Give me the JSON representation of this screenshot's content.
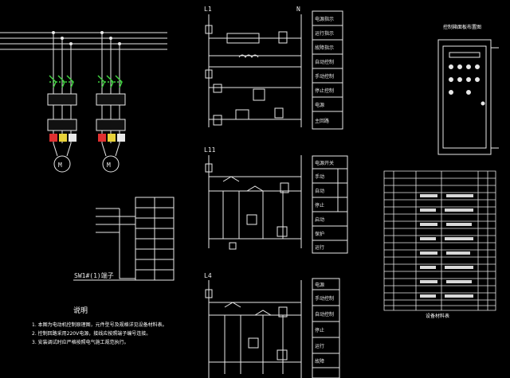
{
  "colors": {
    "background": "#000000",
    "line": "#e8e8e8",
    "accent_green": "#3fd13f",
    "accent_red": "#e03030",
    "accent_yellow": "#e8d23a"
  },
  "labels": {
    "circuit1_l1": "L1",
    "circuit1_n": "N",
    "circuit2_l11": "L11",
    "circuit3_l4": "L4",
    "terminal_label": "SW1#(1)端子",
    "notes_title": "说明",
    "notes": [
      "1. 本图为电动机控制原理图，元件型号及规格详见设备材料表。",
      "2. 控制回路采用220V电源，接线应按照端子编号连接。",
      "3. 安装调试时应严格按照电气施工规范执行。"
    ],
    "panel_title": "控制箱面板布置图",
    "table_caption": "设备材料表",
    "fn_top": [
      "电源指示",
      "运行指示",
      "故障指示",
      "自动控制",
      "手动控制",
      "停止控制",
      "电源",
      "主回路"
    ],
    "fn_mid": [
      "电源开关",
      "手动",
      "自动",
      "停止",
      "启动",
      "保护",
      "运行"
    ],
    "fn_bot": [
      "电源",
      "手动控制",
      "自动控制",
      "停止",
      "运行",
      "故障"
    ]
  },
  "icons": [
    "motor-symbol",
    "contactor-symbol",
    "indicator-lamp-symbol",
    "relay-coil-symbol",
    "terminal-block-symbol"
  ]
}
